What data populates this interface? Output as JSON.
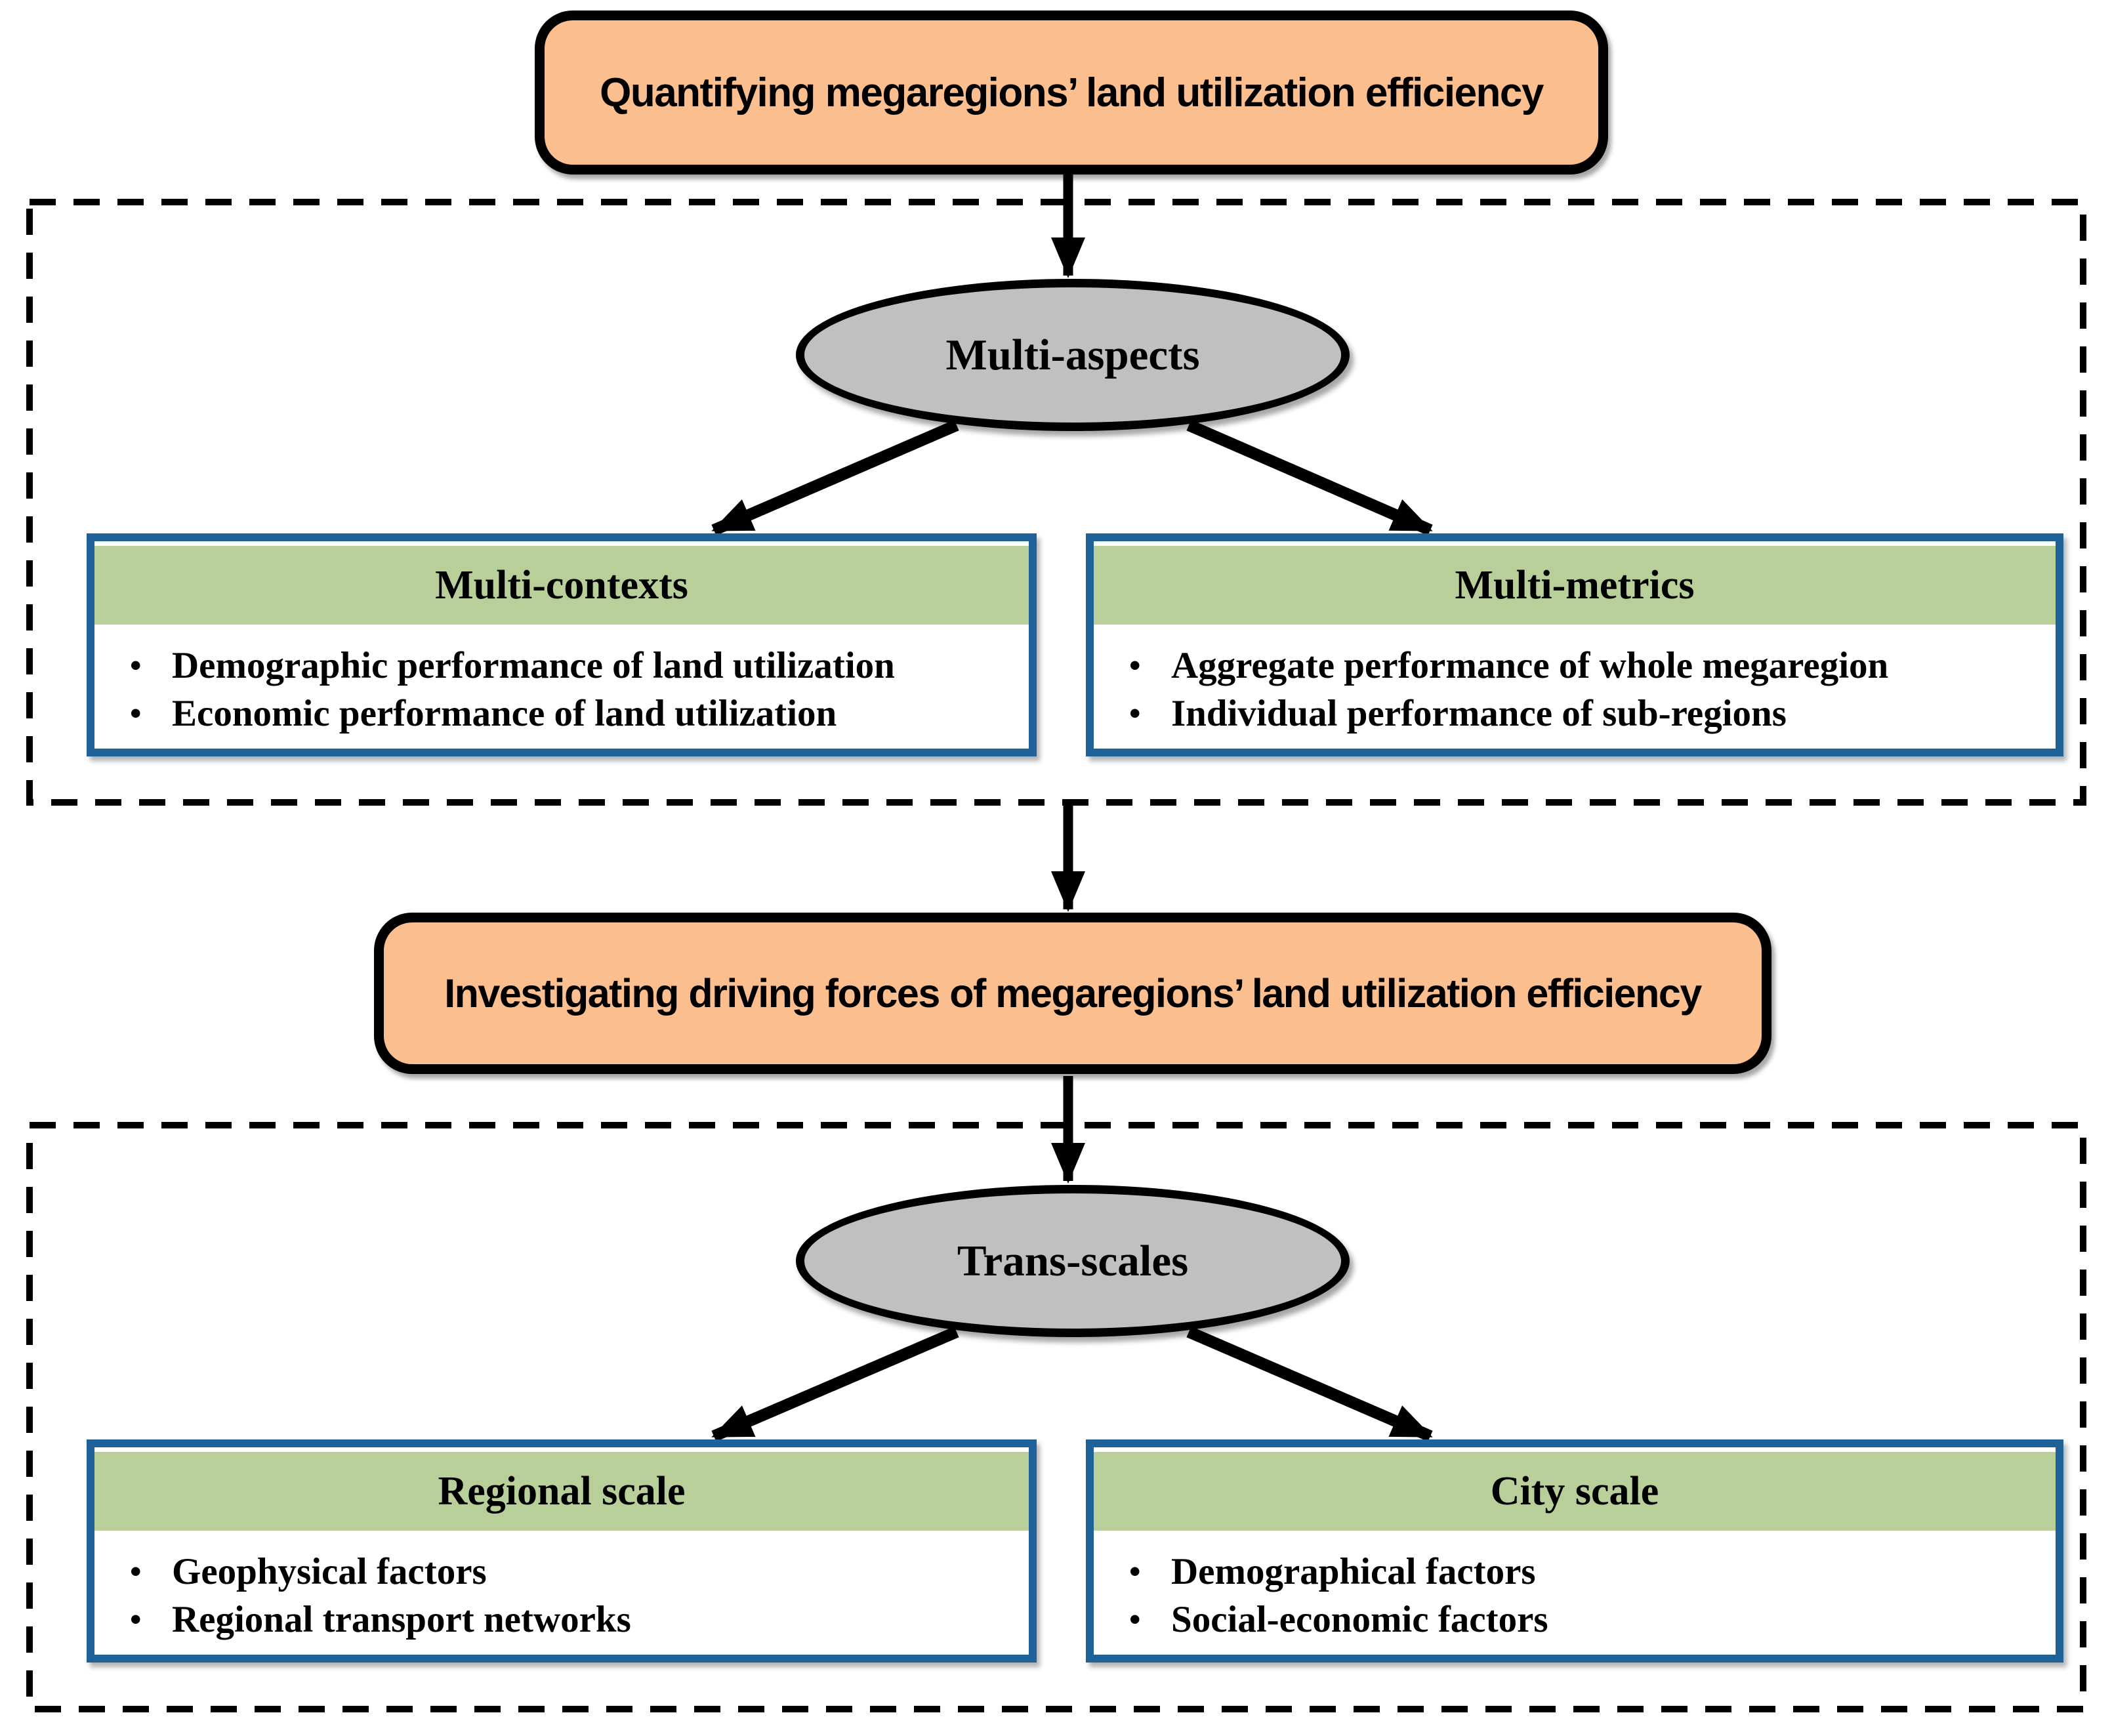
{
  "colors": {
    "process-fill": "#FBBE8F",
    "ellipse-fill": "#C0C0C0",
    "header-fill": "#B8CF99",
    "panel-border": "#1F6299",
    "outline": "#000000"
  },
  "diagram": {
    "top_process": "Quantifying megaregions’ land utilization efficiency",
    "mid_process": "Investigating driving forces of megaregions’ land utilization efficiency",
    "section1": {
      "hub": "Multi-aspects",
      "panels": [
        {
          "title": "Multi-contexts",
          "bullets": [
            "Demographic performance of land utilization",
            "Economic performance of land utilization"
          ]
        },
        {
          "title": "Multi-metrics",
          "bullets": [
            "Aggregate performance of whole megaregion",
            "Individual performance of sub-regions"
          ]
        }
      ]
    },
    "section2": {
      "hub": "Trans-scales",
      "panels": [
        {
          "title": "Regional scale",
          "bullets": [
            "Geophysical factors",
            "Regional transport networks"
          ]
        },
        {
          "title": "City scale",
          "bullets": [
            "Demographical factors",
            "Social-economic factors"
          ]
        }
      ]
    }
  }
}
